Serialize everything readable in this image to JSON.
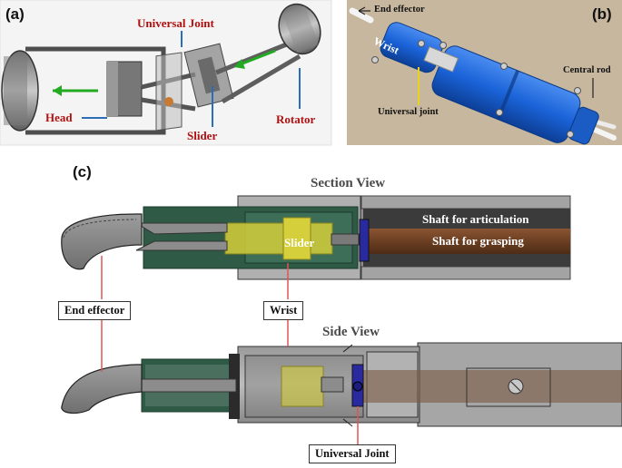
{
  "panels": {
    "a": {
      "label": "(a)",
      "labels": {
        "universal_joint": "Universal Joint",
        "head": "Head",
        "slider": "Slider",
        "rotator": "Rotator"
      }
    },
    "b": {
      "label": "(b)",
      "labels": {
        "end_effector": "End effector",
        "wrist": "Wrist",
        "universal_joint": "Universal joint",
        "central_rod": "Central rod"
      }
    },
    "c": {
      "label": "(c)",
      "section_view_title": "Section View",
      "side_view_title": "Side View",
      "labels": {
        "shaft_articulation": "Shaft for articulation",
        "shaft_grasping": "Shaft for grasping",
        "slider": "Slider",
        "end_effector": "End effector",
        "wrist": "Wrist",
        "universal_joint": "Universal Joint"
      }
    }
  },
  "colors": {
    "label_red": "#b01010",
    "arrow_green": "#22aa22",
    "pointer_blue": "#2a6fb5",
    "robot_blue": "#1a63d8",
    "leader_red": "#e05555",
    "dark_green": "#2f5a45",
    "shaft_brown": "#6b3f22",
    "slider_yellow": "#d4cf3a"
  }
}
